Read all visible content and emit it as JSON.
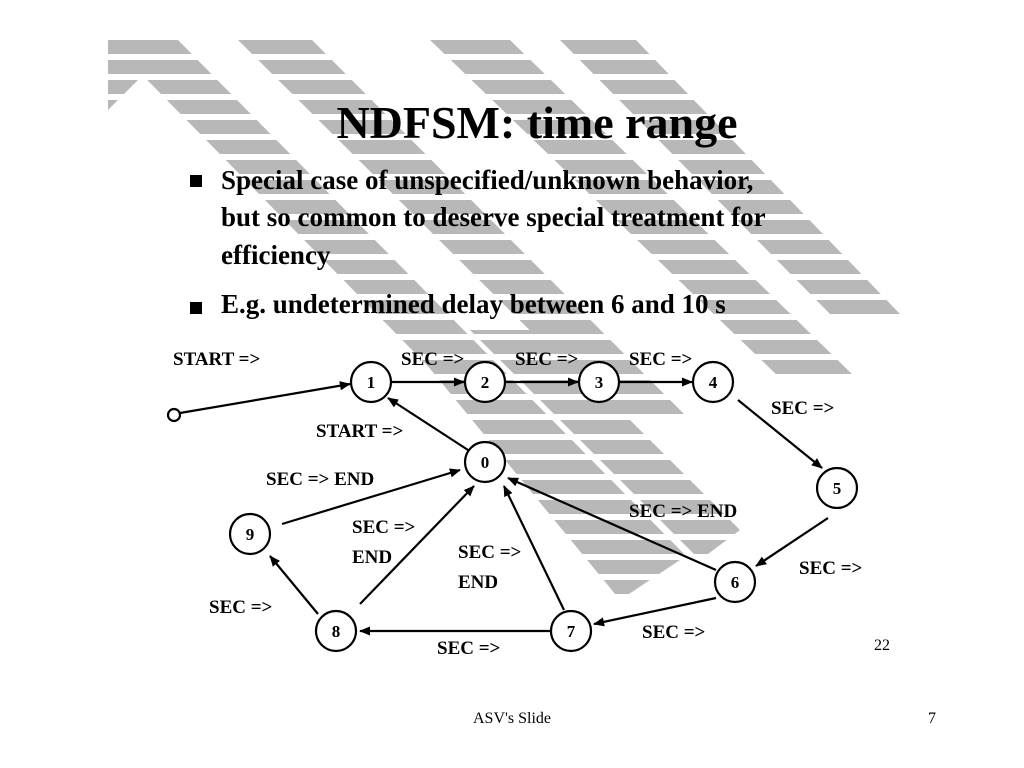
{
  "slide": {
    "title": "NDFSM: time range",
    "bullets": [
      [
        "Special case of unspecified/unknown behavior,",
        "but so common to deserve special treatment for",
        "efficiency"
      ],
      [
        "E.g. undetermined delay between 6 and 10 s"
      ]
    ],
    "inner_page_number": "22"
  },
  "diagram": {
    "states": [
      "0",
      "1",
      "2",
      "3",
      "4",
      "5",
      "6",
      "7",
      "8",
      "9"
    ],
    "transitions": [
      {
        "from": "start",
        "to": "1",
        "label": "START =>"
      },
      {
        "from": "1",
        "to": "2",
        "label": "SEC =>"
      },
      {
        "from": "2",
        "to": "3",
        "label": "SEC =>"
      },
      {
        "from": "3",
        "to": "4",
        "label": "SEC =>"
      },
      {
        "from": "4",
        "to": "5",
        "label": "SEC =>"
      },
      {
        "from": "5",
        "to": "6",
        "label": "SEC =>"
      },
      {
        "from": "6",
        "to": "7",
        "label": "SEC =>"
      },
      {
        "from": "7",
        "to": "8",
        "label": "SEC =>"
      },
      {
        "from": "8",
        "to": "9",
        "label": "SEC =>"
      },
      {
        "from": "0",
        "to": "1",
        "label": "START =>"
      },
      {
        "from": "9",
        "to": "0",
        "label": "SEC => END"
      },
      {
        "from": "8",
        "to": "0",
        "label": [
          "SEC =>",
          "END"
        ]
      },
      {
        "from": "7",
        "to": "0",
        "label": [
          "SEC =>",
          "END"
        ]
      },
      {
        "from": "6",
        "to": "0",
        "label": "SEC => END"
      }
    ]
  },
  "footer": {
    "center": "ASV's Slide",
    "page": "7"
  }
}
